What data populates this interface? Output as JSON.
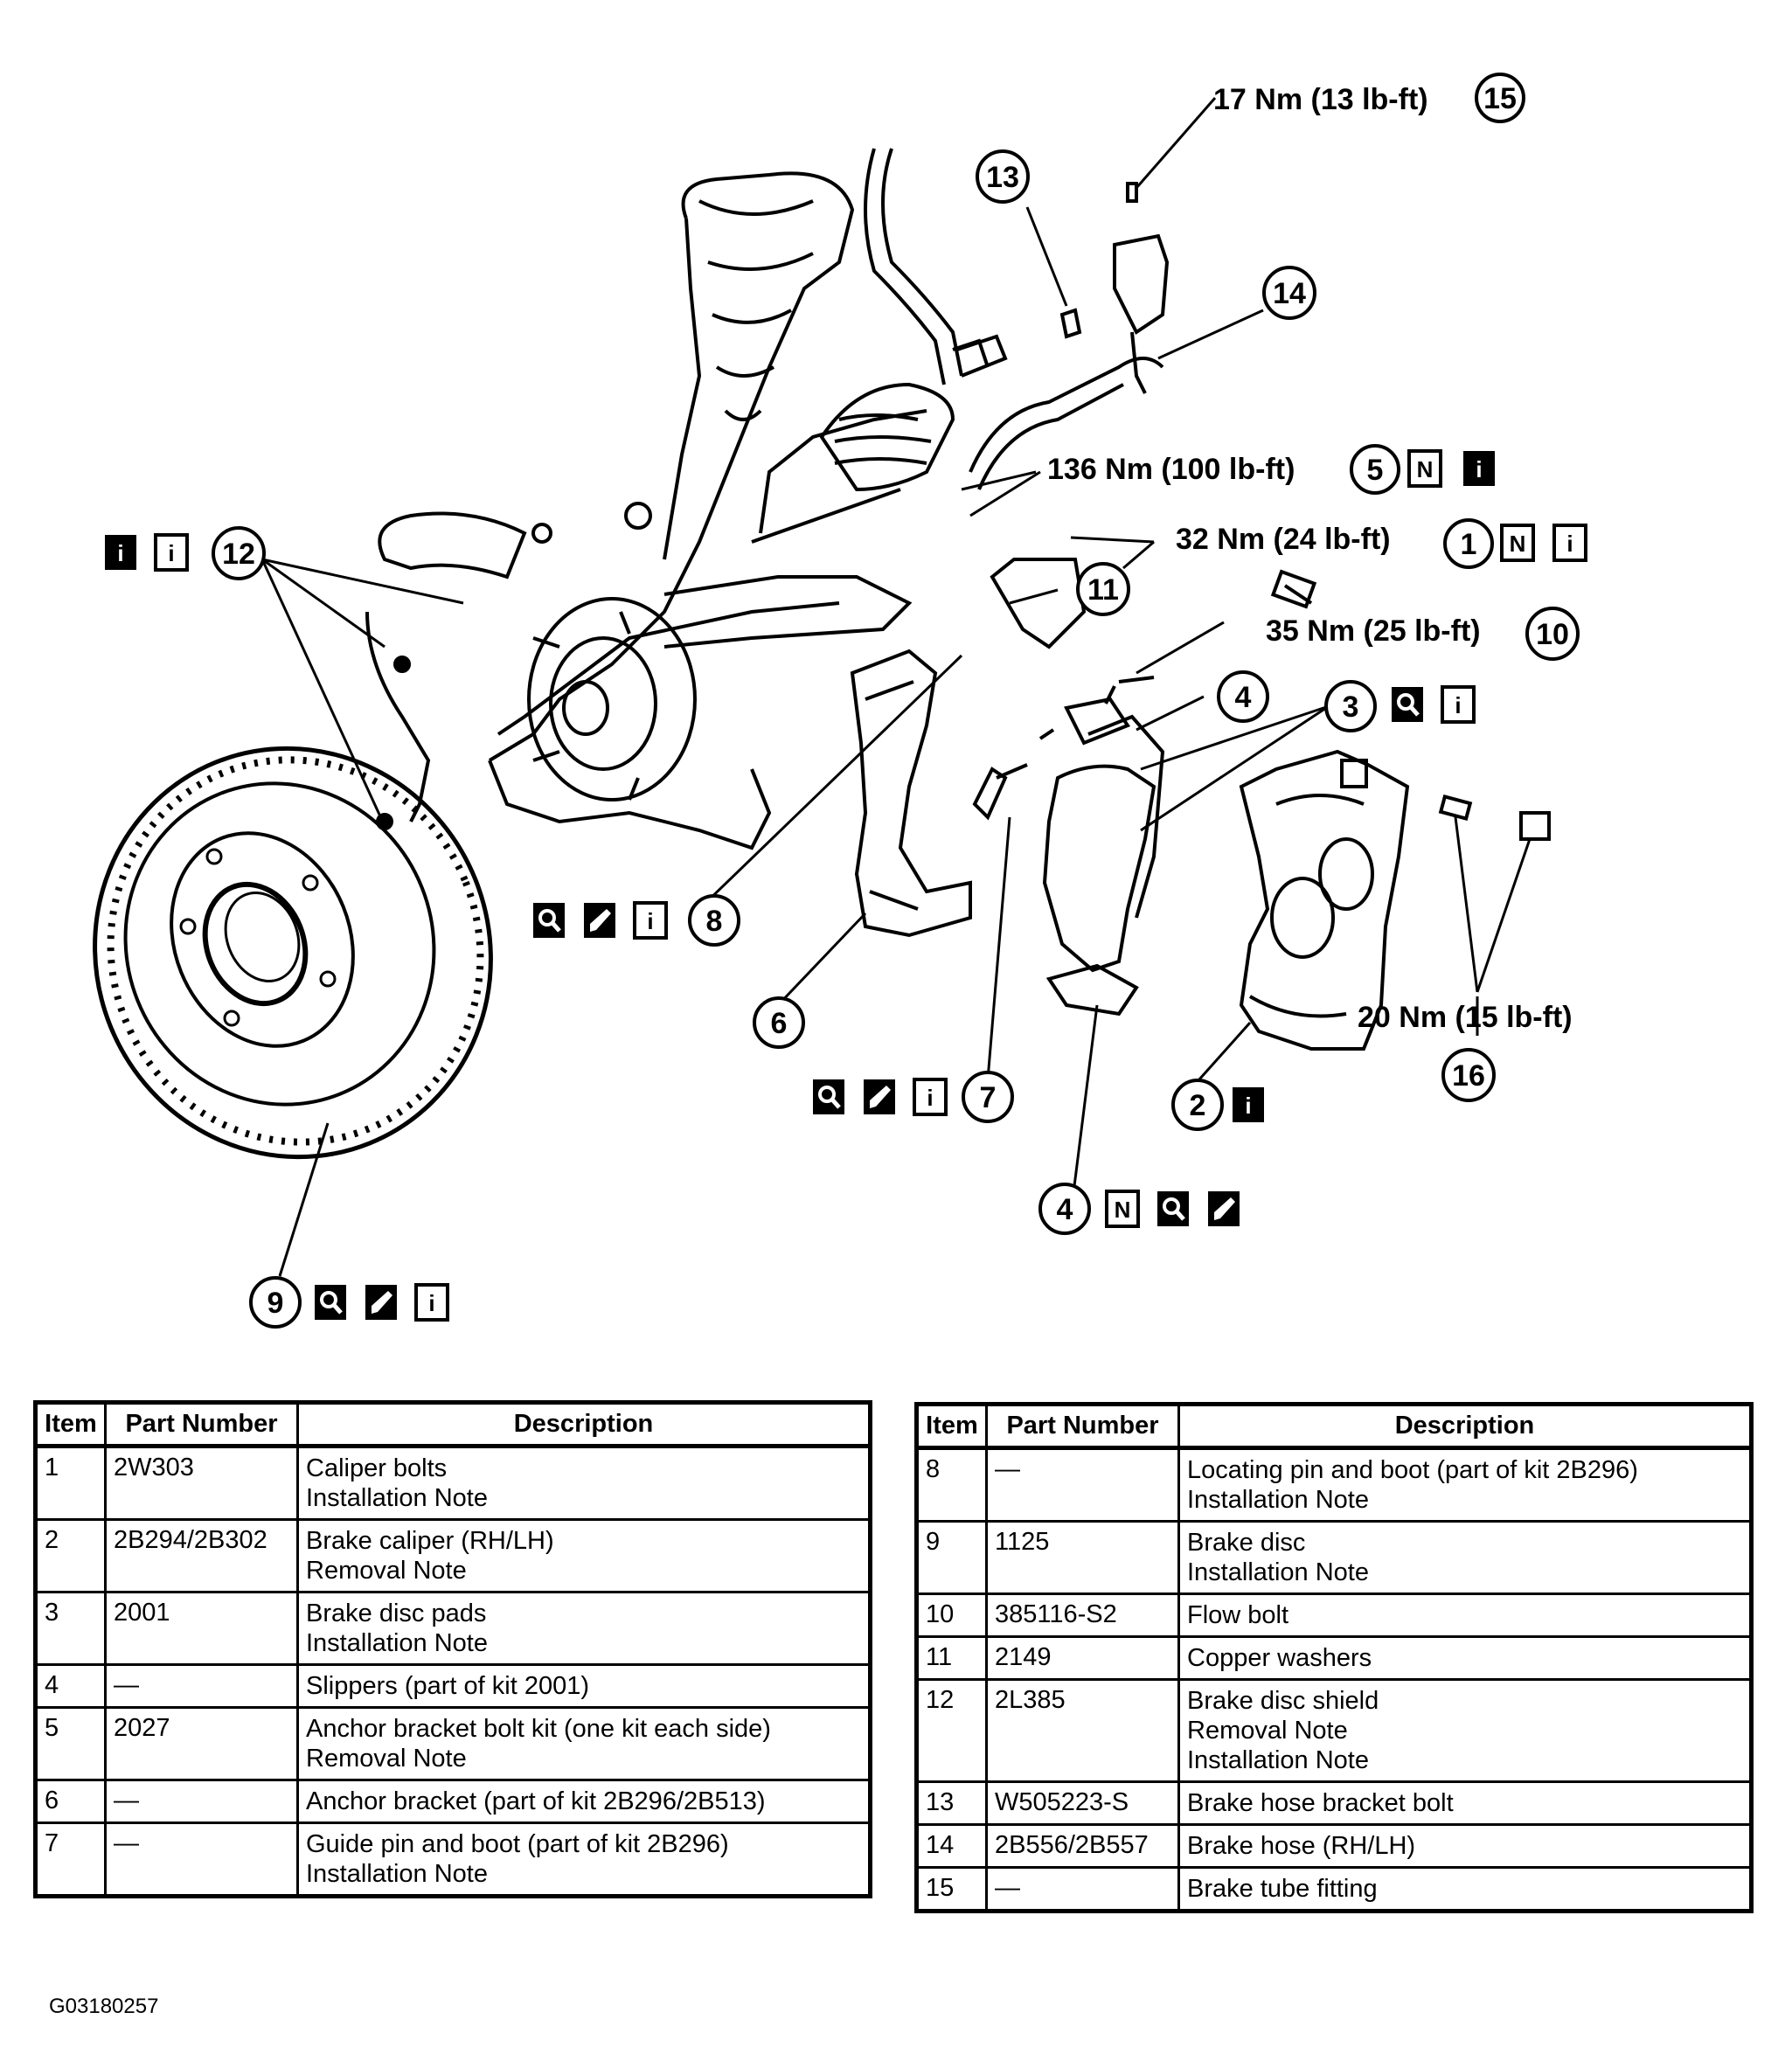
{
  "torque_specs": {
    "t15": "17 Nm (13 lb-ft)",
    "t5": "136 Nm (100 lb-ft)",
    "t1": "32 Nm (24 lb-ft)",
    "t10": "35 Nm (25 lb-ft)",
    "t16": "20 Nm (15 lb-ft)"
  },
  "callouts": {
    "c1": "1",
    "c2": "2",
    "c3": "3",
    "c4a": "4",
    "c4b": "4",
    "c5": "5",
    "c6": "6",
    "c7": "7",
    "c8": "8",
    "c9": "9",
    "c10": "10",
    "c11": "11",
    "c12": "12",
    "c13": "13",
    "c14": "14",
    "c15": "15",
    "c16": "16"
  },
  "icon_glyphs": {
    "new": "N",
    "info": "i"
  },
  "icons": {
    "c5": [
      "new-part-icon",
      "info-solid-icon"
    ],
    "c1": [
      "new-part-icon",
      "info-icon"
    ],
    "c12": [
      "info-solid-icon",
      "info-icon"
    ],
    "c3": [
      "inspect-icon",
      "info-icon"
    ],
    "c8": [
      "inspect-icon",
      "lubricate-icon",
      "info-icon"
    ],
    "c7": [
      "inspect-icon",
      "lubricate-icon",
      "info-icon"
    ],
    "c2": [
      "info-solid-icon"
    ],
    "c4": [
      "new-part-icon",
      "inspect-icon",
      "lubricate-icon"
    ],
    "c9": [
      "inspect-icon",
      "lubricate-icon",
      "info-icon"
    ]
  },
  "table_headers": {
    "item": "Item",
    "part_number": "Part Number",
    "description": "Description"
  },
  "parts_left": [
    {
      "item": "1",
      "part": "2W303",
      "desc": [
        "Caliper bolts",
        "Installation Note"
      ]
    },
    {
      "item": "2",
      "part": "2B294/2B302",
      "desc": [
        "Brake caliper (RH/LH)",
        "Removal Note"
      ]
    },
    {
      "item": "3",
      "part": "2001",
      "desc": [
        "Brake disc pads",
        "Installation Note"
      ]
    },
    {
      "item": "4",
      "part": "—",
      "desc": [
        "Slippers (part of kit 2001)"
      ]
    },
    {
      "item": "5",
      "part": "2027",
      "desc": [
        "Anchor bracket bolt kit (one kit each side)",
        "Removal Note"
      ]
    },
    {
      "item": "6",
      "part": "—",
      "desc": [
        "Anchor bracket (part of kit 2B296/2B513)"
      ]
    },
    {
      "item": "7",
      "part": "—",
      "desc": [
        "Guide pin and boot (part of kit 2B296)",
        "Installation Note"
      ]
    }
  ],
  "parts_right": [
    {
      "item": "8",
      "part": "—",
      "desc": [
        "Locating pin and boot (part of kit 2B296)",
        "Installation Note"
      ]
    },
    {
      "item": "9",
      "part": "1125",
      "desc": [
        "Brake disc",
        "Installation Note"
      ]
    },
    {
      "item": "10",
      "part": "385116-S2",
      "desc": [
        "Flow bolt"
      ]
    },
    {
      "item": "11",
      "part": "2149",
      "desc": [
        "Copper washers"
      ]
    },
    {
      "item": "12",
      "part": "2L385",
      "desc": [
        "Brake disc shield",
        "Removal Note",
        "Installation Note"
      ]
    },
    {
      "item": "13",
      "part": "W505223-S",
      "desc": [
        "Brake hose bracket bolt"
      ]
    },
    {
      "item": "14",
      "part": "2B556/2B557",
      "desc": [
        "Brake hose (RH/LH)"
      ]
    },
    {
      "item": "15",
      "part": "—",
      "desc": [
        "Brake tube fitting"
      ]
    }
  ],
  "figure_code": "G03180257"
}
